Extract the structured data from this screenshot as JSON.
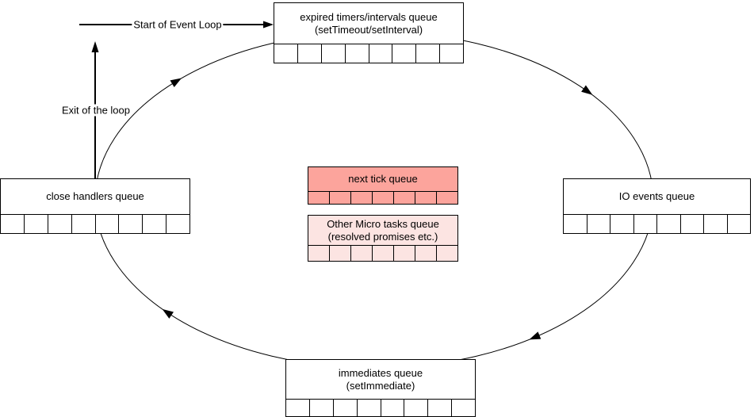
{
  "queues": {
    "timers": {
      "label_line1": "expired timers/intervals queue",
      "label_line2": "(setTimeout/setInterval)",
      "cells": 8
    },
    "io": {
      "label": "IO events queue",
      "cells": 8
    },
    "immediates": {
      "label_line1": "immediates queue",
      "label_line2": "(setImmediate)",
      "cells": 8
    },
    "close": {
      "label": "close handlers queue",
      "cells": 8
    },
    "next_tick": {
      "label": "next tick queue",
      "cells": 7,
      "fill": "#FCA49C"
    },
    "micro": {
      "label_line1": "Other Micro tasks queue",
      "label_line2": "(resolved promises etc.)",
      "cells": 7,
      "fill": "#FCE4E2"
    }
  },
  "arrows": {
    "start_label": "Start of Event Loop",
    "exit_label": "Exit of the loop"
  },
  "colors": {
    "stroke": "#000000",
    "next_tick_fill": "#FCA49C",
    "micro_fill": "#FCE4E2"
  }
}
